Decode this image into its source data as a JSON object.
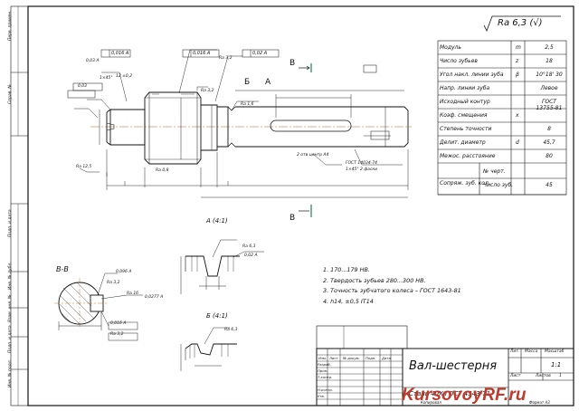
{
  "roughness": {
    "label": "Ra 6,3 (√)"
  },
  "params_table": [
    {
      "name": "Модуль",
      "sym": "m",
      "value": "2,5"
    },
    {
      "name": "Число зубьев",
      "sym": "z",
      "value": "18"
    },
    {
      "name": "Угол накл. линии зуба",
      "sym": "β",
      "value": "10°18' 30"
    },
    {
      "name": "Напр. линии зуба",
      "sym": "",
      "value": "Левое"
    },
    {
      "name": "Исходный контур",
      "sym": "",
      "value": "ГОСТ 13755-81"
    },
    {
      "name": "Коэф. смещения",
      "sym": "x",
      "value": ""
    },
    {
      "name": "Степень точности",
      "sym": "",
      "value": "8"
    },
    {
      "name": "Делит. диаметр",
      "sym": "d",
      "value": "45,7"
    },
    {
      "name": "Межос. расстояние",
      "sym": "",
      "value": "80"
    },
    {
      "name": "Сопряж. зуб. кол.",
      "sym": "Число зуб.",
      "value": "45"
    }
  ],
  "params_extra": {
    "drawing_no": "№ черт."
  },
  "notes": [
    "1. 170...179 НВ.",
    "2. Твердость зубьев 280...300 НВ.",
    "3. Точность зубчатого колеса – ГОСТ 1643-81",
    "4. h14, ±0,5 IT14"
  ],
  "section_labels": {
    "section_v": "В-В",
    "view_a": "А (4:1)",
    "view_b": "Б (4:1)",
    "cut_v_top": "В",
    "cut_v_bottom": "В",
    "mark_a": "А",
    "mark_b": "Б"
  },
  "dimensions": [
    "0,016 А",
    "0,016 А",
    "0,02 А",
    "0,03",
    "0,03 А",
    "12 ±0,2",
    "Ra 3,2",
    "Ra 1,6",
    "Ra 0,8",
    "Ra 12,5",
    "2 отв центр А4",
    "ГОСТ 14034-74",
    "1×45° 2 фаски",
    "1×45°",
    "Ra 3,2",
    "Ra 6,3",
    "0,02 А",
    "0,016 А",
    "Ra 3,2",
    "Ra 6,3",
    "Ra 3,2",
    "Ra 16",
    "0,0277 А",
    "0,096 А"
  ],
  "title_block": {
    "title": "Вал-шестерня",
    "material": "Сталь 40Х ГОСТ 4543-71",
    "scale": "1:1",
    "sheet_label": "Лист",
    "sheets_label": "Листов",
    "sheets_value": "1",
    "lit_label": "Лит.",
    "mass_label": "Масса",
    "scale_label": "Масштаб",
    "rows": [
      "Изм.",
      "Лист",
      "№ докум.",
      "Подп.",
      "Дата"
    ],
    "roles": [
      "Разраб.",
      "Пров.",
      "Т.контр.",
      "",
      "Н.контр.",
      "Утв."
    ],
    "copy_label": "Копировал",
    "format_label": "Формат А3"
  },
  "side_stamps": [
    "Перв. примен.",
    "Справ. №",
    "Подп. и дата",
    "Инв. № дубл.",
    "Взам. инв. №",
    "Подп. и дата",
    "Инв. № подл."
  ],
  "watermark": "KursovoyRF.ru"
}
